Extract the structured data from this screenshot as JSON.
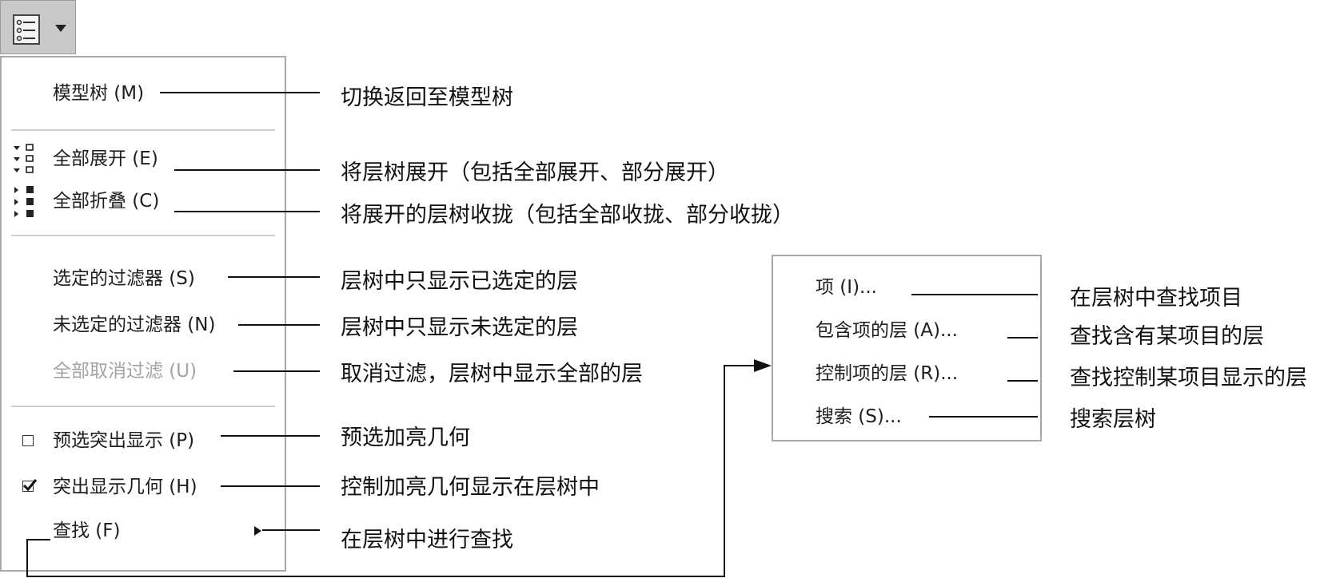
{
  "toolbar": {
    "tree_menu_icon": "tree-list-icon",
    "dropdown_icon": "caret-down-icon"
  },
  "menu": {
    "model_tree": "模型树 (M)",
    "expand_all": "全部展开 (E)",
    "collapse_all": "全部折叠 (C)",
    "selected_filter": "选定的过滤器 (S)",
    "unselected_filter": "未选定的过滤器 (N)",
    "clear_filters": "全部取消过滤 (U)",
    "preselect_highlight": "预选突出显示 (P)",
    "highlight_geometry": "突出显示几何 (H)",
    "find": "查找 (F)"
  },
  "submenu": {
    "item": "项 (I)...",
    "layers_containing_item": "包含项的层 (A)...",
    "layers_controlling_item": "控制项的层 (R)...",
    "search": "搜索 (S)..."
  },
  "annotations": {
    "model_tree": "切换返回至模型树",
    "expand_all": "将层树展开（包括全部展开、部分展开）",
    "collapse_all": "将展开的层树收拢（包括全部收拢、部分收拢）",
    "selected_filter": "层树中只显示已选定的层",
    "unselected_filter": "层树中只显示未选定的层",
    "clear_filters": "取消过滤，层树中显示全部的层",
    "preselect_highlight": "预选加亮几何",
    "highlight_geometry": "控制加亮几何显示在层树中",
    "find": "在层树中进行查找",
    "item": "在层树中查找项目",
    "layers_containing_item": "查找含有某项目的层",
    "layers_controlling_item": "查找控制某项目显示的层",
    "search": "搜索层树"
  },
  "state": {
    "preselect_highlight_checked": false,
    "highlight_geometry_checked": true
  }
}
